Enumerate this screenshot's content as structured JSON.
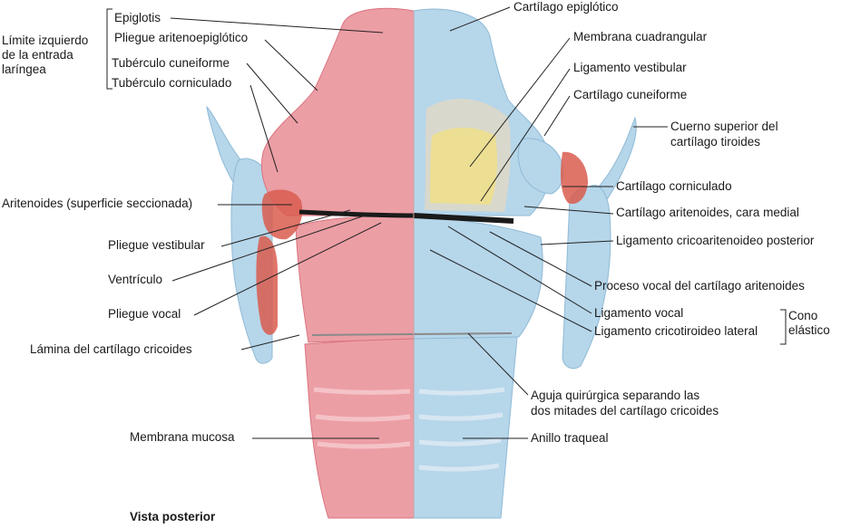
{
  "labels": {
    "limite_izquierdo": "Límite izquierdo",
    "de_la_entrada": "de la entrada",
    "laringea": "laríngea",
    "epiglotis": "Epiglotis",
    "pliegue_aritenoepiglotico": "Pliegue aritenoepiglótico",
    "tuberculo_cuneiforme": "Tubérculo cuneiforme",
    "tuberculo_corniculado": "Tubérculo corniculado",
    "aritenoides_seccionada": "Aritenoides (superficie seccionada)",
    "pliegue_vestibular": "Pliegue vestibular",
    "ventriculo": "Ventrículo",
    "pliegue_vocal": "Pliegue vocal",
    "lamina_cricoides": "Lámina del cartílago cricoides",
    "membrana_mucosa": "Membrana mucosa",
    "cartilago_epiglotico": "Cartílago epiglótico",
    "membrana_cuadrangular": "Membrana cuadrangular",
    "ligamento_vestibular": "Ligamento vestibular",
    "cartilago_cuneiforme": "Cartílago cuneiforme",
    "cuerno_superior": "Cuerno superior del",
    "cartilago_tiroides": "cartílago tiroides",
    "cartilago_corniculado": "Cartílago corniculado",
    "aritenoides_medial": "Cartílago aritenoides, cara medial",
    "lig_cricoaritenoideo": "Ligamento cricoaritenoideo posterior",
    "proceso_vocal": "Proceso vocal del cartílago aritenoides",
    "ligamento_vocal": "Ligamento vocal",
    "lig_cricotiroideo": "Ligamento cricotiroideo lateral",
    "cono": "Cono",
    "elastico": "elástico",
    "aguja_1": "Aguja quirúrgica separando las",
    "aguja_2": "dos mitades del cartílago cricoides",
    "anillo_traqueal": "Anillo traqueal",
    "vista_posterior": "Vista posterior"
  },
  "colors": {
    "mucosa": "#ec9ea5",
    "mucosa_dark": "#d9737e",
    "cartilage": "#b6d6ea",
    "cartilage_dark": "#8fbad6",
    "membrane": "#d9d8cc",
    "fat": "#ecdf93",
    "muscle": "#d95c4e",
    "leader": "#222222"
  }
}
